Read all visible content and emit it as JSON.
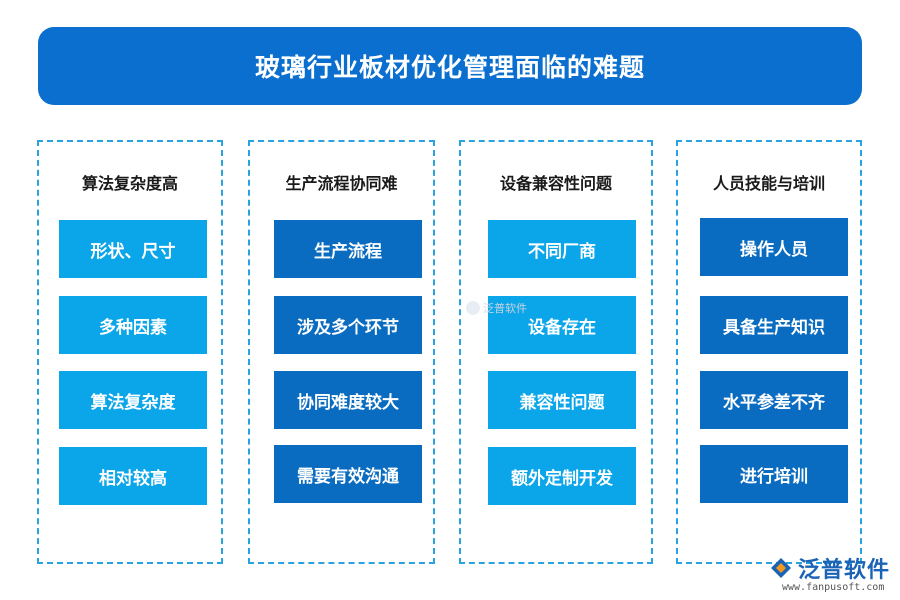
{
  "title": "玻璃行业板材优化管理面临的难题",
  "columns": [
    {
      "title": "算法复杂度高",
      "items": [
        "形状、尺寸",
        "多种因素",
        "算法复杂度",
        "相对较高"
      ]
    },
    {
      "title": "生产流程协同难",
      "items": [
        "生产流程",
        "涉及多个环节",
        "协同难度较大",
        "需要有效沟通"
      ]
    },
    {
      "title": "设备兼容性问题",
      "items": [
        "不同厂商",
        "设备存在",
        "兼容性问题",
        "额外定制开发"
      ]
    },
    {
      "title": "人员技能与培训",
      "items": [
        "操作人员",
        "具备生产知识",
        "水平参差不齐",
        "进行培训"
      ]
    }
  ],
  "watermark": {
    "text": "泛普软件",
    "url": "www.fanpusoft.com"
  },
  "colors": {
    "banner": "#0a6fce",
    "box_light": "#0ba5ea",
    "box_dark": "#0a6cc0",
    "border": "#2aa2df"
  }
}
